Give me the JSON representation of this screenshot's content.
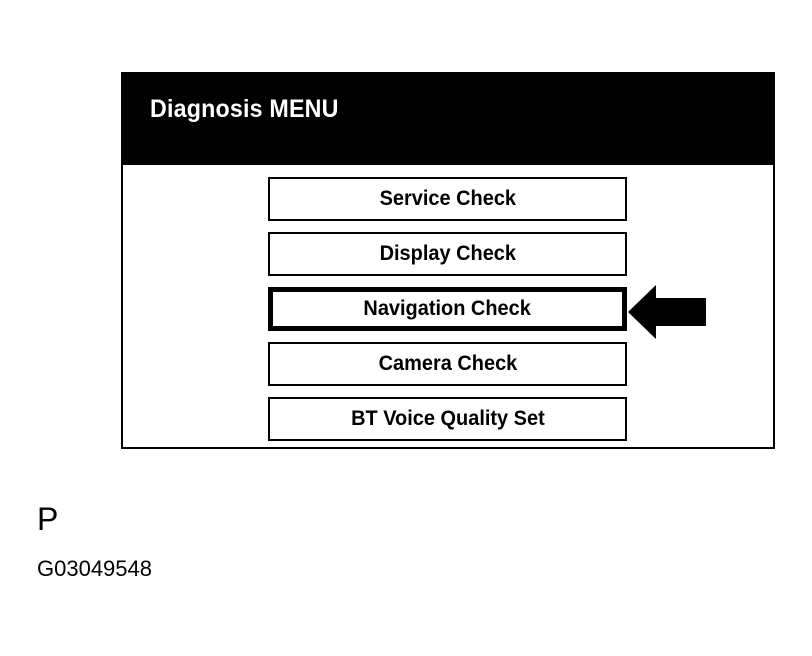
{
  "panel": {
    "title": "Diagnosis MENU",
    "header_color": "#000000",
    "header_text_color": "#ffffff",
    "body_color": "#ffffff",
    "border_color": "#000000",
    "menu_items": [
      {
        "label": "Service Check",
        "selected": false
      },
      {
        "label": "Display Check",
        "selected": false
      },
      {
        "label": "Navigation Check",
        "selected": true
      },
      {
        "label": "Camera Check",
        "selected": false
      },
      {
        "label": "BT Voice Quality Set",
        "selected": false
      }
    ]
  },
  "annotation": {
    "arrow_icon": "arrow-left-icon",
    "arrow_color": "#000000",
    "arrow_points_to": "Navigation Check"
  },
  "caption": {
    "letter": "P",
    "figure_id": "G03049548"
  }
}
